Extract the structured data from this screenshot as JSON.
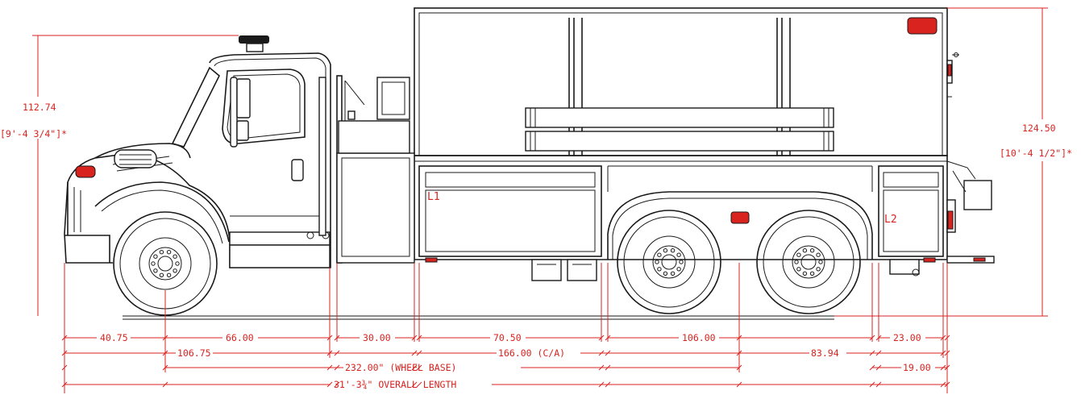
{
  "colors": {
    "dimension": "#d8231f",
    "linework": "#1a1a1a",
    "background": "#ffffff",
    "lamp": "#d8231f"
  },
  "heights": {
    "cab_height": "112.74",
    "cab_height_ft": "[9'-4 3/4\"]*",
    "body_height": "124.50",
    "body_height_ft": "[10'-4 1/2\"]*"
  },
  "compartments": {
    "left_1": "L1",
    "left_2": "L2"
  },
  "dimensions_row1": [
    "40.75",
    "66.00",
    "30.00",
    "70.50",
    "106.00",
    "23.00"
  ],
  "dimensions_row2": [
    "106.75",
    "166.00 (C/A)",
    "83.94"
  ],
  "wheel_base": "232.00\" (WHEEL BASE)",
  "rear_overhang": "19.00",
  "overall_length": "31'-3¾\" OVERALL LENGTH"
}
